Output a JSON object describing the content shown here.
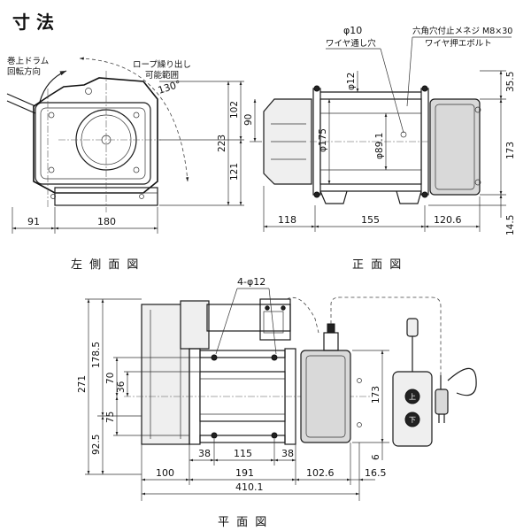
{
  "header": {
    "title": "寸 法"
  },
  "side_view": {
    "caption": "左 側 面 図",
    "drum_rotation_label": [
      "巻上ドラム",
      "回転方向"
    ],
    "rope_range_label": [
      "ロープ繰り出し",
      "可能範囲"
    ],
    "angle": "130°",
    "dims": {
      "left": "91",
      "right": "180",
      "h_total": "223",
      "h_upper": "102",
      "h_lower": "121"
    }
  },
  "front_view": {
    "caption": "正 面 図",
    "callout_hole": "φ10",
    "callout_hole_label": "ワイヤ通し穴",
    "callout_bolt": "六角穴付止メネジ  M8×30",
    "callout_bolt_label": "ワイヤ押エボルト",
    "dims": {
      "d_hole": "φ12",
      "h_90": "90",
      "d_drum": "φ175",
      "d_core": "φ89.1",
      "top_right": "35.5",
      "right_h": "173",
      "bottom_right": "14.5",
      "w_left": "118",
      "w_mid": "155",
      "w_right": "120.6"
    }
  },
  "plan_view": {
    "caption": "平 面 図",
    "holes_label": "4-φ12",
    "dims": {
      "total_h": "271",
      "upper_h": "178.5",
      "lower_h": "92.5",
      "h_70": "70",
      "h_36": "36",
      "h_75": "75",
      "right_h": "173",
      "small_6": "6",
      "w_38a": "38",
      "w_115": "115",
      "w_38b": "38",
      "w_100": "100",
      "w_191": "191",
      "w_102": "102.6",
      "w_16": "16.5",
      "w_total": "410.1"
    },
    "pendant_buttons": {
      "up": "上",
      "down": "下"
    }
  }
}
